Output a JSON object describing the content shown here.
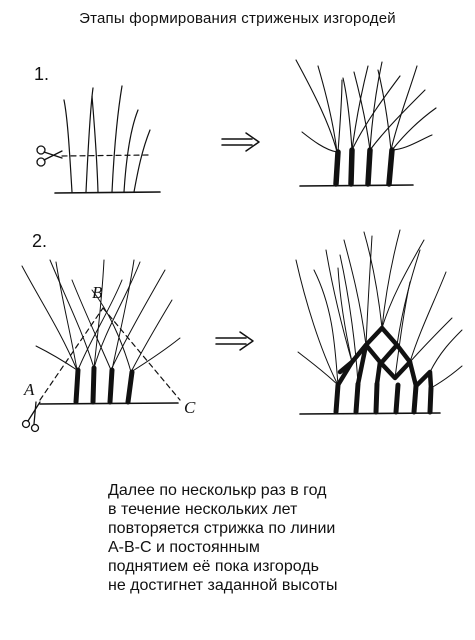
{
  "title": "Этапы формирования стриженых изгородей",
  "steps": [
    {
      "number": "1."
    },
    {
      "number": "2."
    }
  ],
  "labels": {
    "a": "A",
    "b": "B",
    "c": "C"
  },
  "caption": [
    "Далее по несколькр раз в год",
    "в течение нескольких лет",
    "повторяется стрижка по линии",
    "А-В-С и постоянным",
    "поднятием её пока изгородь",
    "не достигнет заданной высоты"
  ],
  "colors": {
    "ink": "#111111",
    "background": "#ffffff"
  },
  "icons": [
    "scissors-icon",
    "arrow-right-icon"
  ]
}
